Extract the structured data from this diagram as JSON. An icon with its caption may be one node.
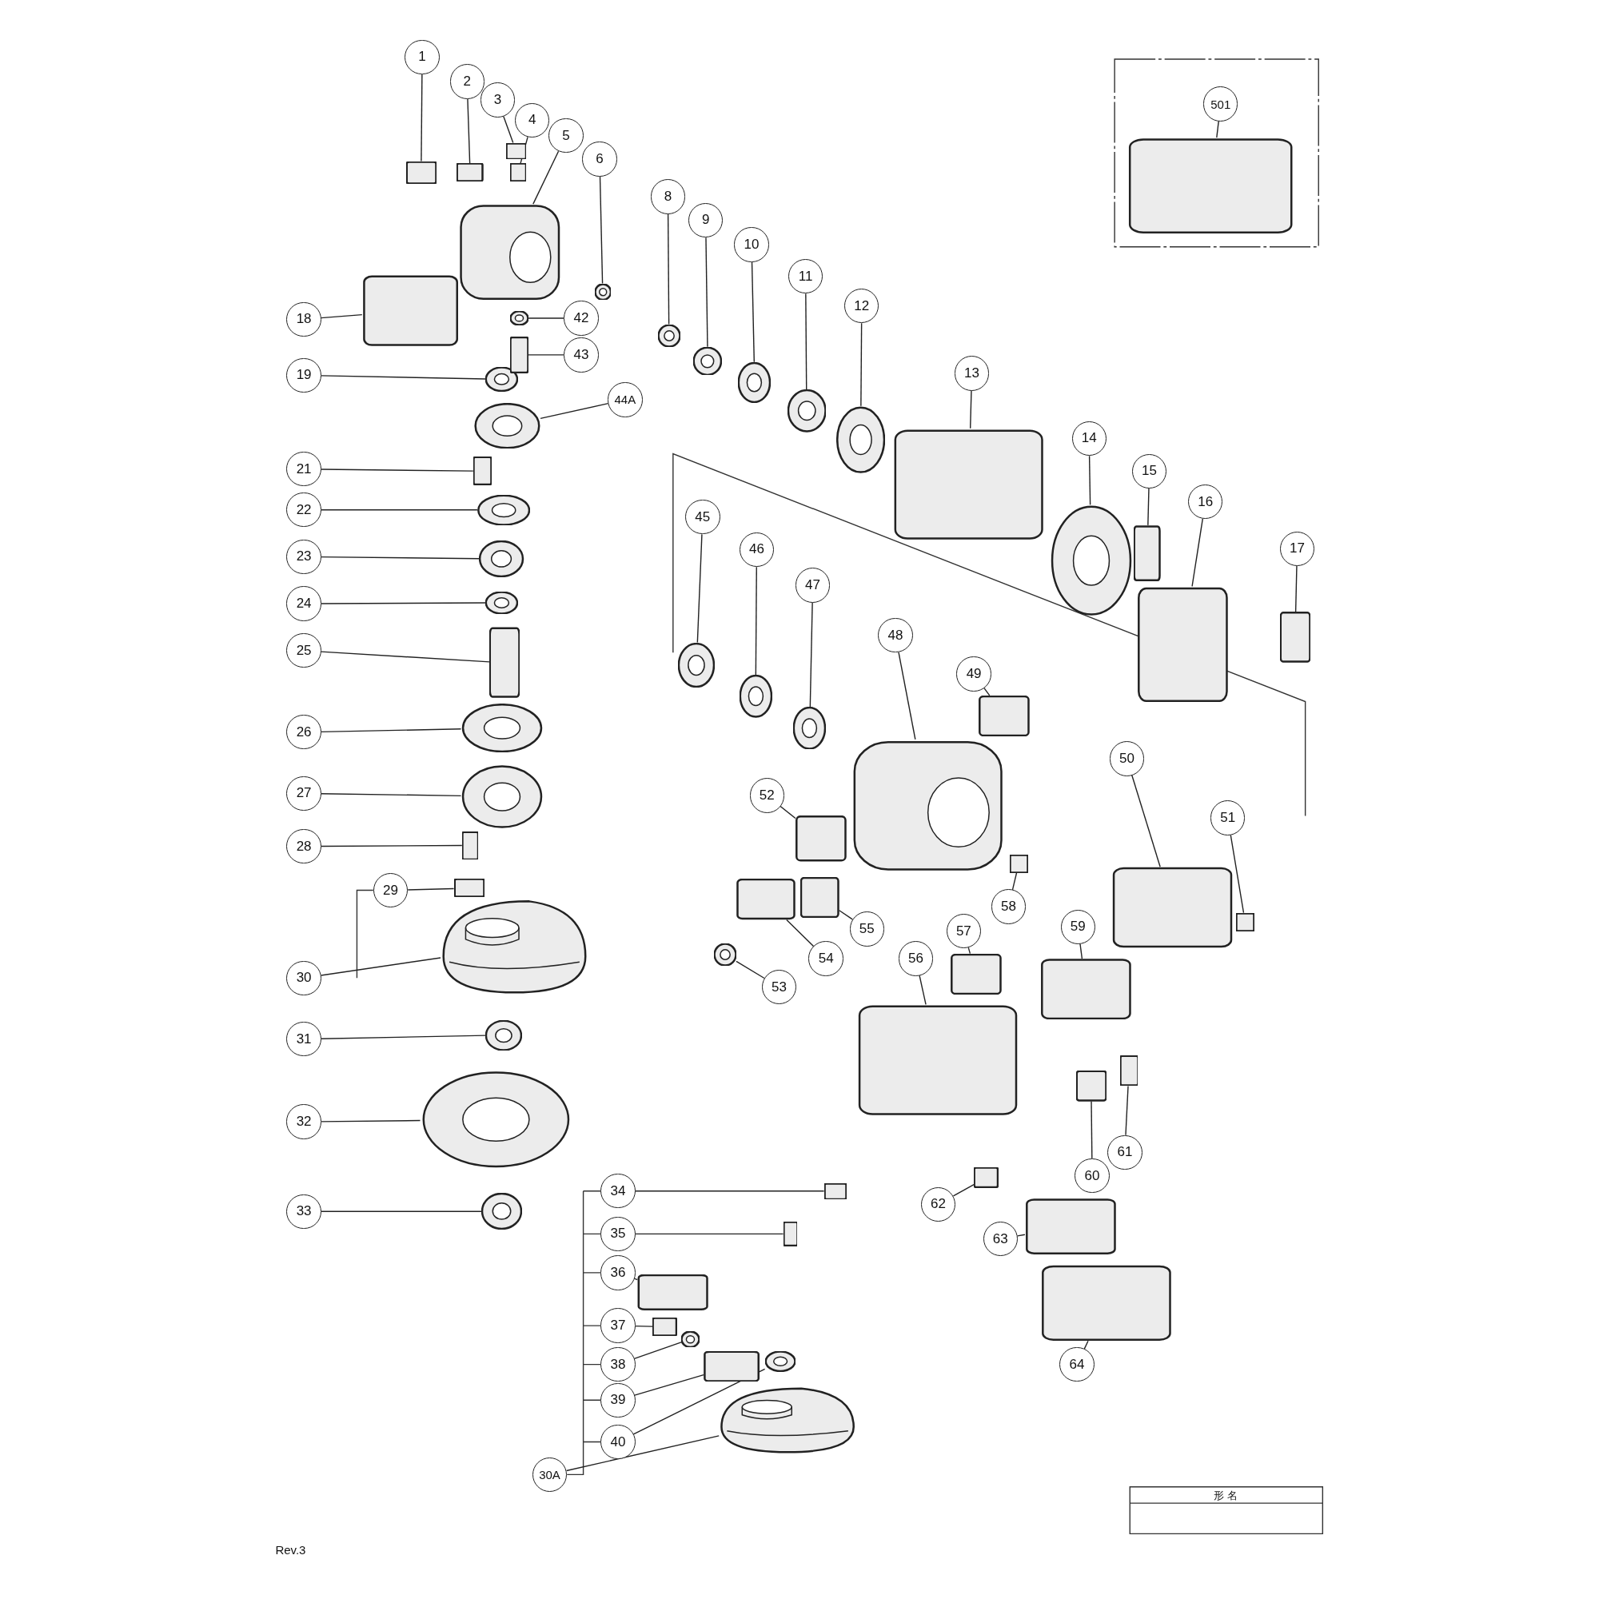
{
  "diagram": {
    "nodes": [
      {
        "text": [
          "1"
        ]
      },
      {
        "text": [],
        "shape": "box"
      },
      {
        "text": [
          "2"
        ]
      },
      {
        "text": [],
        "shape": "box"
      },
      {
        "text": [
          "3"
        ]
      },
      {
        "text": [],
        "shape": "box"
      },
      {
        "text": [
          "4"
        ]
      },
      {
        "text": [],
        "shape": "box"
      },
      {
        "text": [
          "5"
        ]
      },
      {
        "text": [],
        "shape": "picture"
      },
      {
        "text": [
          "6"
        ]
      },
      {
        "text": [],
        "shape": "circle"
      },
      {
        "text": [
          "8"
        ]
      },
      {
        "text": [],
        "shape": "circle"
      },
      {
        "text": [
          "9"
        ]
      },
      {
        "text": [],
        "shape": "circle"
      },
      {
        "text": [
          "10"
        ]
      },
      {
        "text": [],
        "shape": "circle"
      },
      {
        "text": [
          "11"
        ]
      },
      {
        "text": [],
        "shape": "circle"
      },
      {
        "text": [
          "12"
        ]
      },
      {
        "text": [],
        "shape": "circle"
      },
      {
        "text": [
          "13"
        ]
      },
      {
        "text": [],
        "shape": "box"
      },
      {
        "text": [
          "14"
        ]
      },
      {
        "text": [],
        "shape": "circle"
      },
      {
        "text": [
          "15"
        ]
      },
      {
        "text": [],
        "shape": "box"
      },
      {
        "text": [
          "16"
        ]
      },
      {
        "text": [],
        "shape": "box"
      },
      {
        "text": [
          "17"
        ]
      },
      {
        "text": [],
        "shape": "box"
      },
      {
        "text": [
          "18"
        ]
      },
      {
        "text": [],
        "shape": "box"
      },
      {
        "text": [
          "19"
        ]
      },
      {
        "text": [],
        "shape": "circle"
      },
      {
        "text": [
          "21"
        ]
      },
      {
        "text": [],
        "shape": "box"
      },
      {
        "text": [
          "22"
        ]
      },
      {
        "text": [],
        "shape": "circle"
      },
      {
        "text": [
          "23"
        ]
      },
      {
        "text": [],
        "shape": "circle"
      },
      {
        "text": [
          "24"
        ]
      },
      {
        "text": [],
        "shape": "circle"
      },
      {
        "text": [
          "25"
        ]
      },
      {
        "text": [],
        "shape": "box"
      },
      {
        "text": [
          "26"
        ]
      },
      {
        "text": [],
        "shape": "circle"
      },
      {
        "text": [
          "27"
        ]
      },
      {
        "text": [],
        "shape": "circle"
      },
      {
        "text": [
          "28"
        ]
      },
      {
        "text": [],
        "shape": "box"
      },
      {
        "text": [
          "29"
        ]
      },
      {
        "text": [],
        "shape": "box"
      },
      {
        "text": [
          "30"
        ]
      },
      {
        "text": [],
        "shape": "picture"
      },
      {
        "text": [
          "31"
        ]
      },
      {
        "text": [],
        "shape": "circle"
      },
      {
        "text": [
          "32"
        ]
      },
      {
        "text": [],
        "shape": "circle"
      },
      {
        "text": [
          "33"
        ]
      },
      {
        "text": [],
        "shape": "circle"
      },
      {
        "text": [
          "34"
        ]
      },
      {
        "text": [],
        "shape": "box"
      },
      {
        "text": [
          "35"
        ]
      },
      {
        "text": [],
        "shape": "box"
      },
      {
        "text": [
          "36"
        ]
      },
      {
        "text": [],
        "shape": "box"
      },
      {
        "text": [
          "37"
        ]
      },
      {
        "text": [],
        "shape": "box"
      },
      {
        "text": [
          "38"
        ]
      },
      {
        "text": [],
        "shape": "circle"
      },
      {
        "text": [
          "39"
        ]
      },
      {
        "text": [],
        "shape": "box"
      },
      {
        "text": [
          "40"
        ]
      },
      {
        "text": [],
        "shape": "circle"
      },
      {
        "text": [
          "42"
        ]
      },
      {
        "text": [],
        "shape": "circle"
      },
      {
        "text": [
          "43"
        ]
      },
      {
        "text": [],
        "shape": "box"
      },
      {
        "text": [
          "44A"
        ]
      },
      {
        "text": [],
        "shape": "circle"
      },
      {
        "text": [
          "45"
        ]
      },
      {
        "text": [],
        "shape": "circle"
      },
      {
        "text": [
          "46"
        ]
      },
      {
        "text": [],
        "shape": "circle"
      },
      {
        "text": [
          "47"
        ]
      },
      {
        "text": [],
        "shape": "circle"
      },
      {
        "text": [
          "48"
        ]
      },
      {
        "text": [],
        "shape": "picture"
      },
      {
        "text": [
          "49"
        ]
      },
      {
        "text": [],
        "shape": "box"
      },
      {
        "text": [
          "50"
        ]
      },
      {
        "text": [],
        "shape": "box"
      },
      {
        "text": [
          "51"
        ]
      },
      {
        "text": [],
        "shape": "box"
      },
      {
        "text": [
          "52"
        ]
      },
      {
        "text": [],
        "shape": "box"
      },
      {
        "text": [
          "53"
        ]
      },
      {
        "text": [],
        "shape": "circle"
      },
      {
        "text": [
          "54"
        ]
      },
      {
        "text": [],
        "shape": "box"
      },
      {
        "text": [
          "55"
        ]
      },
      {
        "text": [],
        "shape": "box"
      },
      {
        "text": [
          "56"
        ]
      },
      {
        "text": [],
        "shape": "box"
      },
      {
        "text": [
          "57"
        ]
      },
      {
        "text": [],
        "shape": "box"
      },
      {
        "text": [
          "58"
        ]
      },
      {
        "text": [],
        "shape": "box"
      },
      {
        "text": [
          "59"
        ]
      },
      {
        "text": [],
        "shape": "box"
      },
      {
        "text": [
          "60"
        ]
      },
      {
        "text": [],
        "shape": "box"
      },
      {
        "text": [
          "61"
        ]
      },
      {
        "text": [],
        "shape": "box"
      },
      {
        "text": [
          "62"
        ]
      },
      {
        "text": [],
        "shape": "box"
      },
      {
        "text": [
          "63"
        ]
      },
      {
        "text": [],
        "shape": "box"
      },
      {
        "text": [
          "64"
        ]
      },
      {
        "text": [],
        "shape": "box"
      },
      {
        "text": [
          "30A"
        ]
      },
      {
        "text": [],
        "shape": "picture"
      },
      {
        "text": [
          "501"
        ]
      },
      {
        "text": [],
        "shape": "box"
      }
    ],
    "edges": [
      {
        "from": 0,
        "to": 1,
        "arrow": "none"
      },
      {
        "from": 2,
        "to": 3,
        "arrow": "none"
      },
      {
        "from": 4,
        "to": 5,
        "arrow": "none"
      },
      {
        "from": 6,
        "to": 7,
        "arrow": "none"
      },
      {
        "from": 8,
        "to": 9,
        "arrow": "none"
      },
      {
        "from": 10,
        "to": 11,
        "arrow": "none"
      },
      {
        "from": 12,
        "to": 13,
        "arrow": "none"
      },
      {
        "from": 14,
        "to": 15,
        "arrow": "none"
      },
      {
        "from": 16,
        "to": 17,
        "arrow": "none"
      },
      {
        "from": 18,
        "to": 19,
        "arrow": "none"
      },
      {
        "from": 20,
        "to": 21,
        "arrow": "none"
      },
      {
        "from": 22,
        "to": 23,
        "arrow": "none"
      },
      {
        "from": 24,
        "to": 25,
        "arrow": "none"
      },
      {
        "from": 26,
        "to": 27,
        "arrow": "none"
      },
      {
        "from": 28,
        "to": 29,
        "arrow": "none"
      },
      {
        "from": 30,
        "to": 31,
        "arrow": "none"
      },
      {
        "from": 32,
        "to": 33,
        "arrow": "none"
      },
      {
        "from": 34,
        "to": 35,
        "arrow": "none"
      },
      {
        "from": 36,
        "to": 37,
        "arrow": "none"
      },
      {
        "from": 38,
        "to": 39,
        "arrow": "none"
      },
      {
        "from": 40,
        "to": 41,
        "arrow": "none"
      },
      {
        "from": 42,
        "to": 43,
        "arrow": "none"
      },
      {
        "from": 44,
        "to": 45,
        "arrow": "none"
      },
      {
        "from": 46,
        "to": 47,
        "arrow": "none"
      },
      {
        "from": 48,
        "to": 49,
        "arrow": "none"
      },
      {
        "from": 50,
        "to": 51,
        "arrow": "none"
      },
      {
        "from": 52,
        "to": 53,
        "arrow": "none"
      },
      {
        "from": 54,
        "to": 55,
        "arrow": "none"
      },
      {
        "from": 56,
        "to": 57,
        "arrow": "none"
      },
      {
        "from": 58,
        "to": 59,
        "arrow": "none"
      },
      {
        "from": 60,
        "to": 61,
        "arrow": "none"
      },
      {
        "from": 62,
        "to": 63,
        "arrow": "none"
      },
      {
        "from": 64,
        "to": 65,
        "arrow": "none"
      },
      {
        "from": 66,
        "to": 67,
        "arrow": "none"
      },
      {
        "from": 68,
        "to": 69,
        "arrow": "none"
      },
      {
        "from": 70,
        "to": 71,
        "arrow": "none"
      },
      {
        "from": 72,
        "to": 73,
        "arrow": "none"
      },
      {
        "from": 74,
        "to": 75,
        "arrow": "none"
      },
      {
        "from": 76,
        "to": 77,
        "arrow": "none"
      },
      {
        "from": 78,
        "to": 79,
        "arrow": "none"
      },
      {
        "from": 80,
        "to": 81,
        "arrow": "none"
      },
      {
        "from": 82,
        "to": 83,
        "arrow": "none"
      },
      {
        "from": 84,
        "to": 85,
        "arrow": "none"
      },
      {
        "from": 86,
        "to": 87,
        "arrow": "none"
      },
      {
        "from": 88,
        "to": 89,
        "arrow": "none"
      },
      {
        "from": 90,
        "to": 91,
        "arrow": "none"
      },
      {
        "from": 92,
        "to": 93,
        "arrow": "none"
      },
      {
        "from": 94,
        "to": 95,
        "arrow": "none"
      },
      {
        "from": 96,
        "to": 97,
        "arrow": "none"
      },
      {
        "from": 98,
        "to": 99,
        "arrow": "none"
      },
      {
        "from": 100,
        "to": 101,
        "arrow": "none"
      },
      {
        "from": 102,
        "to": 103,
        "arrow": "none"
      },
      {
        "from": 104,
        "to": 105,
        "arrow": "none"
      },
      {
        "from": 106,
        "to": 107,
        "arrow": "none"
      },
      {
        "from": 108,
        "to": 109,
        "arrow": "none"
      },
      {
        "from": 110,
        "to": 111,
        "arrow": "none"
      },
      {
        "from": 112,
        "to": 113,
        "arrow": "none"
      },
      {
        "from": 114,
        "to": 115,
        "arrow": "none"
      },
      {
        "from": 116,
        "to": 117,
        "arrow": "none"
      },
      {
        "from": 118,
        "to": 119,
        "arrow": "none"
      },
      {
        "from": 120,
        "to": 121,
        "arrow": "none"
      },
      {
        "from": 122,
        "to": 123,
        "arrow": "none"
      },
      {
        "from": 124,
        "to": 125,
        "arrow": "none"
      }
    ],
    "labels": [
      "形 名",
      "Rev.3"
    ]
  }
}
